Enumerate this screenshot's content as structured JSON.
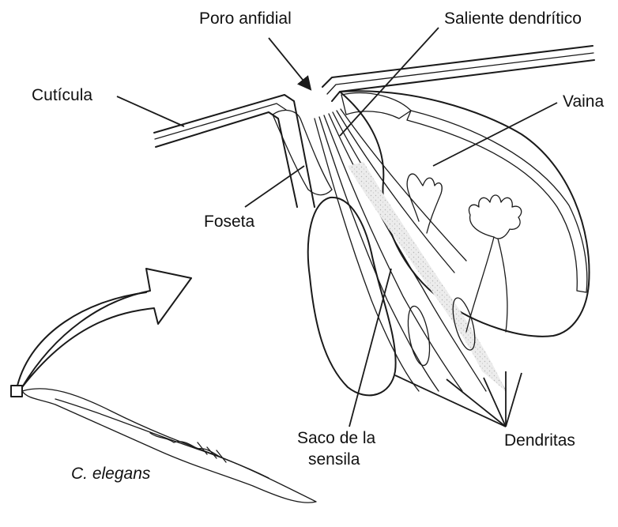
{
  "labels": {
    "poro_anfidial": "Poro anfidial",
    "saliente_dendritico": "Saliente dendrítico",
    "cuticula": "Cutícula",
    "vaina": "Vaina",
    "foseta": "Foseta",
    "saco_line1": "Saco de la",
    "saco_line2": "sensila",
    "dendritas": "Dendritas",
    "c_elegans": "C. elegans"
  },
  "colors": {
    "ink": "#1a1a1a",
    "stipple": "#e2e2e2",
    "dark_fill": "#5a5a5a",
    "background": "#ffffff"
  }
}
